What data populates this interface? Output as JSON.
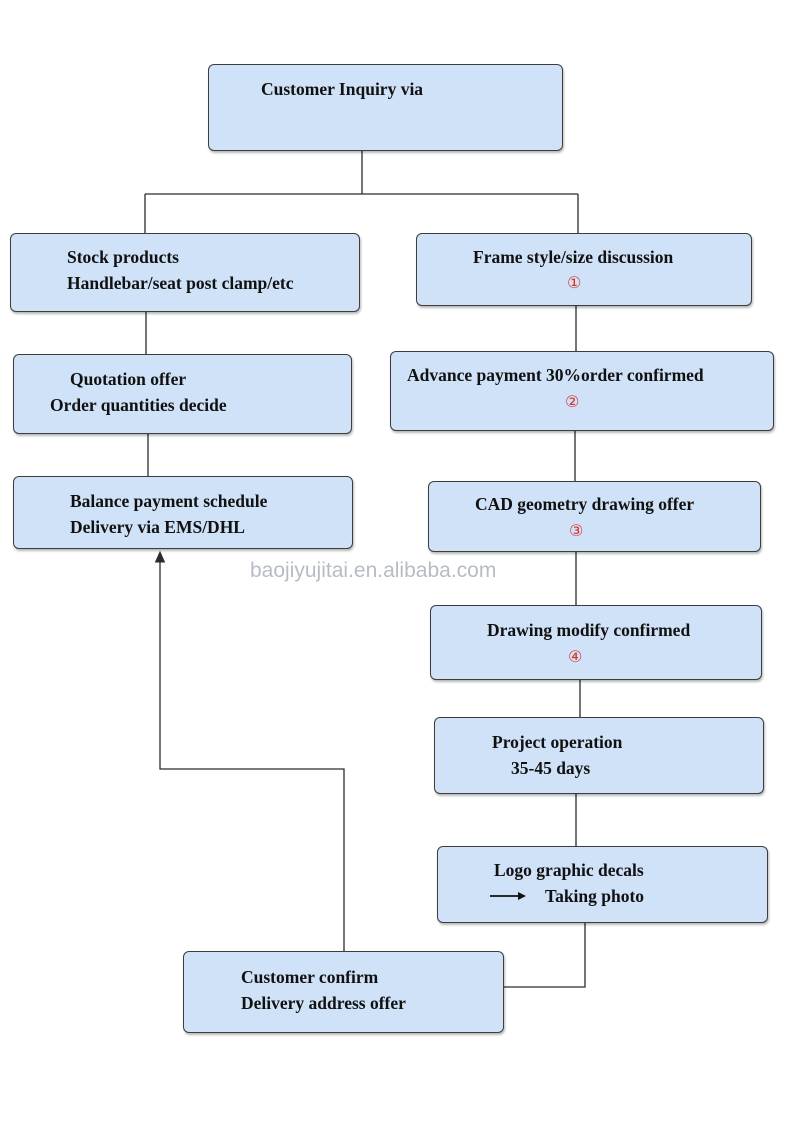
{
  "nodes": {
    "inquiry": {
      "lines": [
        "Customer Inquiry via"
      ]
    },
    "stock": {
      "lines": [
        "Stock products",
        "Handlebar/seat post clamp/etc"
      ]
    },
    "quotation": {
      "lines": [
        "Quotation offer",
        "Order quantities decide"
      ]
    },
    "balance": {
      "lines": [
        "Balance payment schedule",
        "Delivery via EMS/DHL"
      ]
    },
    "frame": {
      "lines": [
        "Frame style/size discussion"
      ],
      "number": "①"
    },
    "advance": {
      "lines": [
        "Advance payment 30%order confirmed"
      ],
      "number": "②"
    },
    "cad": {
      "lines": [
        "CAD geometry drawing offer"
      ],
      "number": "③"
    },
    "modify": {
      "lines": [
        "Drawing modify confirmed"
      ],
      "number": "④"
    },
    "project": {
      "lines": [
        "Project operation",
        "35-45 days"
      ]
    },
    "logo": {
      "lines": [
        "Logo graphic decals",
        "Taking photo"
      ]
    },
    "confirm": {
      "lines": [
        "Customer confirm",
        "Delivery address offer"
      ]
    }
  },
  "watermark": "baojiyujitai.en.alibaba.com",
  "colors": {
    "box_fill": "#cfe2f8",
    "box_border": "#3d3d3d",
    "number_red": "#d9322c",
    "line": "#2b2b2b"
  }
}
